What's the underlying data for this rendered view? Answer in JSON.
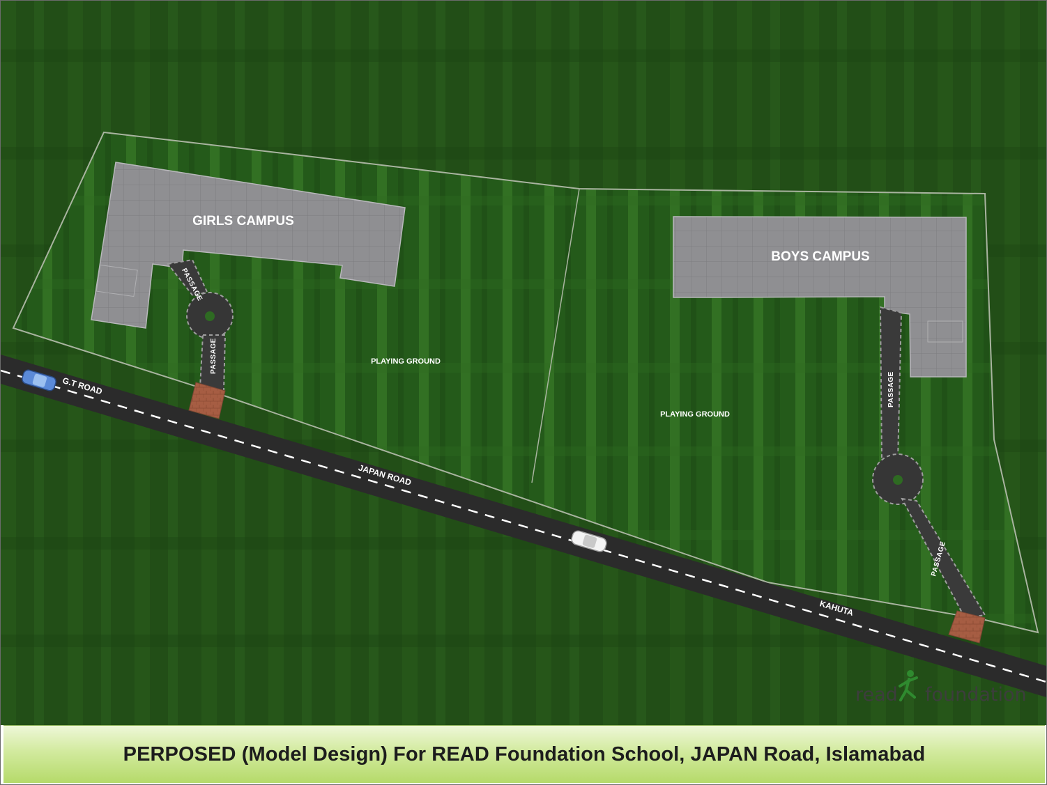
{
  "caption": "PERPOSED (Model Design) For READ Foundation School, JAPAN Road, Islamabad",
  "buildings": {
    "girls": "GIRLS CAMPUS",
    "boys": "BOYS CAMPUS"
  },
  "grounds": {
    "left": "PLAYING GROUND",
    "right": "PLAYING GROUND"
  },
  "passages": {
    "girls_upper": "PASSAGE",
    "girls_lower": "PASSAGE",
    "boys_upper": "PASSAGE",
    "boys_lower": "PASSAGE"
  },
  "roads": {
    "gt_road": "G.T ROAD",
    "japan_road": "JAPAN ROAD",
    "kahuta": "KAHUTA"
  },
  "logo": {
    "word_left": "read",
    "word_right": "foundation"
  },
  "colors": {
    "grass_dark": "#1f4a14",
    "grass_light": "#2e6a1d",
    "building": "#8e8e90",
    "road": "#2b2b2b",
    "entrance_brick": "#a0583f",
    "caption_green": "#b5da6a",
    "logo_green": "#2f8a2f"
  }
}
